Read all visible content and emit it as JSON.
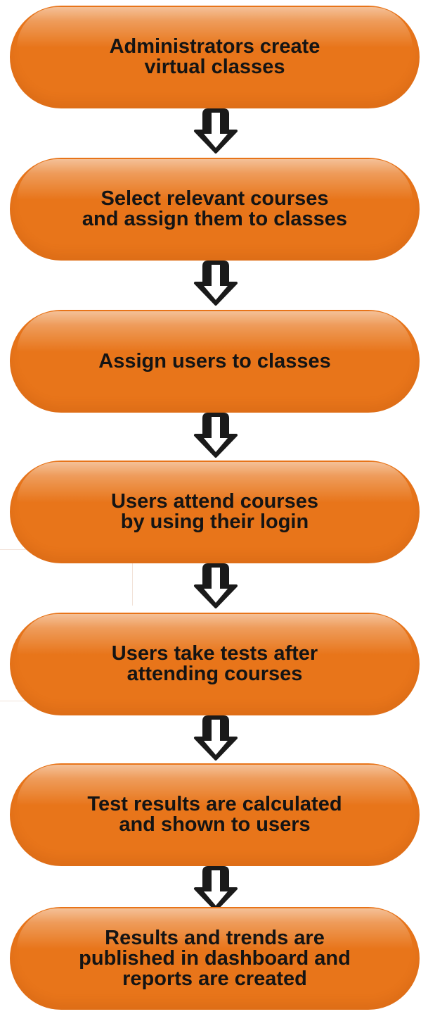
{
  "flowchart": {
    "steps": [
      {
        "label": "Administrators create\nvirtual classes"
      },
      {
        "label": "Select relevant courses\nand assign them to classes"
      },
      {
        "label": "Assign users to classes"
      },
      {
        "label": "Users attend courses\nby using their login"
      },
      {
        "label": "Users take tests after\nattending courses"
      },
      {
        "label": "Test results are calculated\nand shown to users"
      },
      {
        "label": "Results and trends are\npublished in dashboard and\nreports are created"
      }
    ],
    "connector_icon": "down-arrow-icon",
    "colors": {
      "step_fill": "#e8751a",
      "text": "#141414",
      "arrow_fill": "#1a1a1a",
      "arrow_stroke": "#ffffff"
    }
  }
}
